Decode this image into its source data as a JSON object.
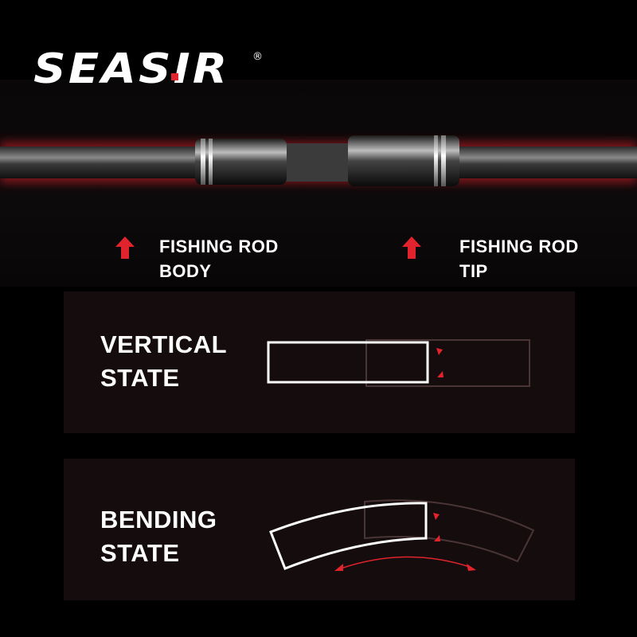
{
  "brand": {
    "name": "SEASIR",
    "registered": "®",
    "accent": "#e0232c"
  },
  "labels": {
    "body": {
      "line1": "FISHING ROD",
      "line2": "BODY"
    },
    "tip": {
      "line1": "FISHING ROD",
      "line2": "TIP"
    }
  },
  "panels": {
    "vertical": {
      "line1": "VERTICAL",
      "line2": "STATE"
    },
    "bending": {
      "line1": "BENDING",
      "line2": "STATE"
    }
  },
  "icons": {
    "arrow": "up-arrow-icon",
    "rod": "fishing-rod-joint-icon",
    "bend": "bend-direction-arrow-icon"
  },
  "colors": {
    "background": "#000000",
    "panel": "#150c0d",
    "glow": "#e0232c"
  }
}
